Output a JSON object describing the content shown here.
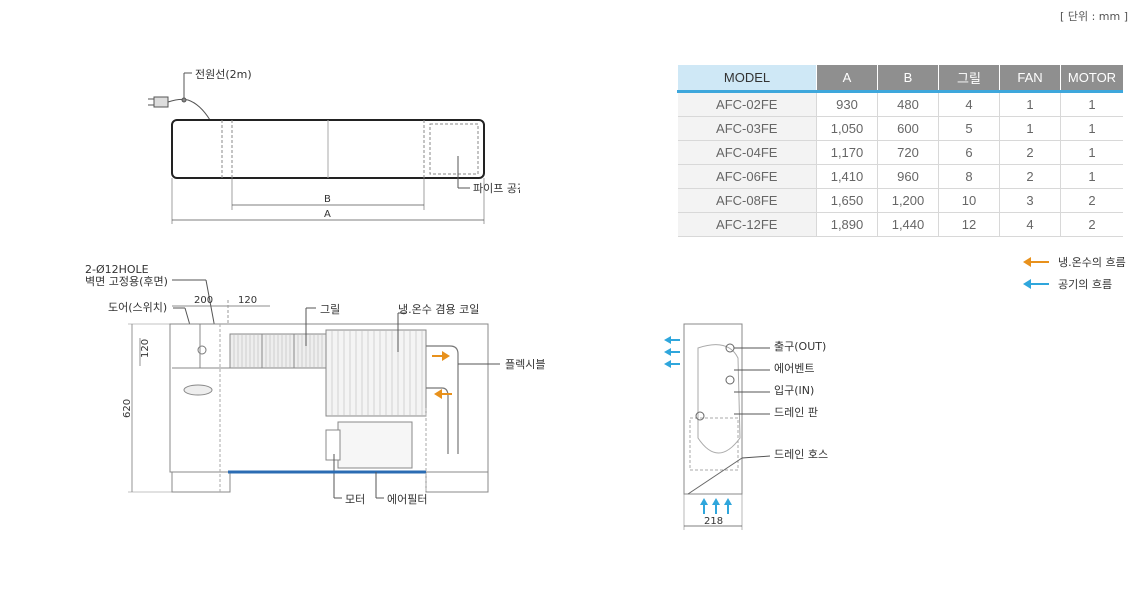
{
  "unit_label": "[ 단위 : mm ]",
  "table": {
    "headers": [
      "MODEL",
      "A",
      "B",
      "그릴",
      "FAN",
      "MOTOR"
    ],
    "rows": [
      [
        "AFC-02FE",
        "930",
        "480",
        "4",
        "1",
        "1"
      ],
      [
        "AFC-03FE",
        "1,050",
        "600",
        "5",
        "1",
        "1"
      ],
      [
        "AFC-04FE",
        "1,170",
        "720",
        "6",
        "2",
        "1"
      ],
      [
        "AFC-06FE",
        "1,410",
        "960",
        "8",
        "2",
        "1"
      ],
      [
        "AFC-08FE",
        "1,650",
        "1,200",
        "10",
        "3",
        "2"
      ],
      [
        "AFC-12FE",
        "1,890",
        "1,440",
        "12",
        "4",
        "2"
      ]
    ]
  },
  "legend": {
    "water_flow": "냉.온수의 흐름",
    "air_flow": "공기의 흐름",
    "water_color": "#e8911c",
    "air_color": "#2fa6dc"
  },
  "top_view": {
    "power_cord": "전원선(2m)",
    "pipe_space": "파이프 공간",
    "dim_b": "B",
    "dim_a": "A"
  },
  "front_view": {
    "hole": "2-Ø12HOLE",
    "wall_mount": "벽면 고정용(후면)",
    "door": "도어(스위치)",
    "dim_200": "200",
    "dim_120_h": "120",
    "dim_120_v": "120",
    "dim_620": "620",
    "grille": "그릴",
    "coil": "냉.온수 겸용 코일",
    "flexible": "플렉시블",
    "motor": "모터",
    "air_filter": "에어필터"
  },
  "side_view": {
    "outlet": "출구(OUT)",
    "air_vent": "에어벤트",
    "inlet": "입구(IN)",
    "drain_pan": "드레인 판",
    "drain_hose": "드레인 호스",
    "dim_218": "218"
  }
}
